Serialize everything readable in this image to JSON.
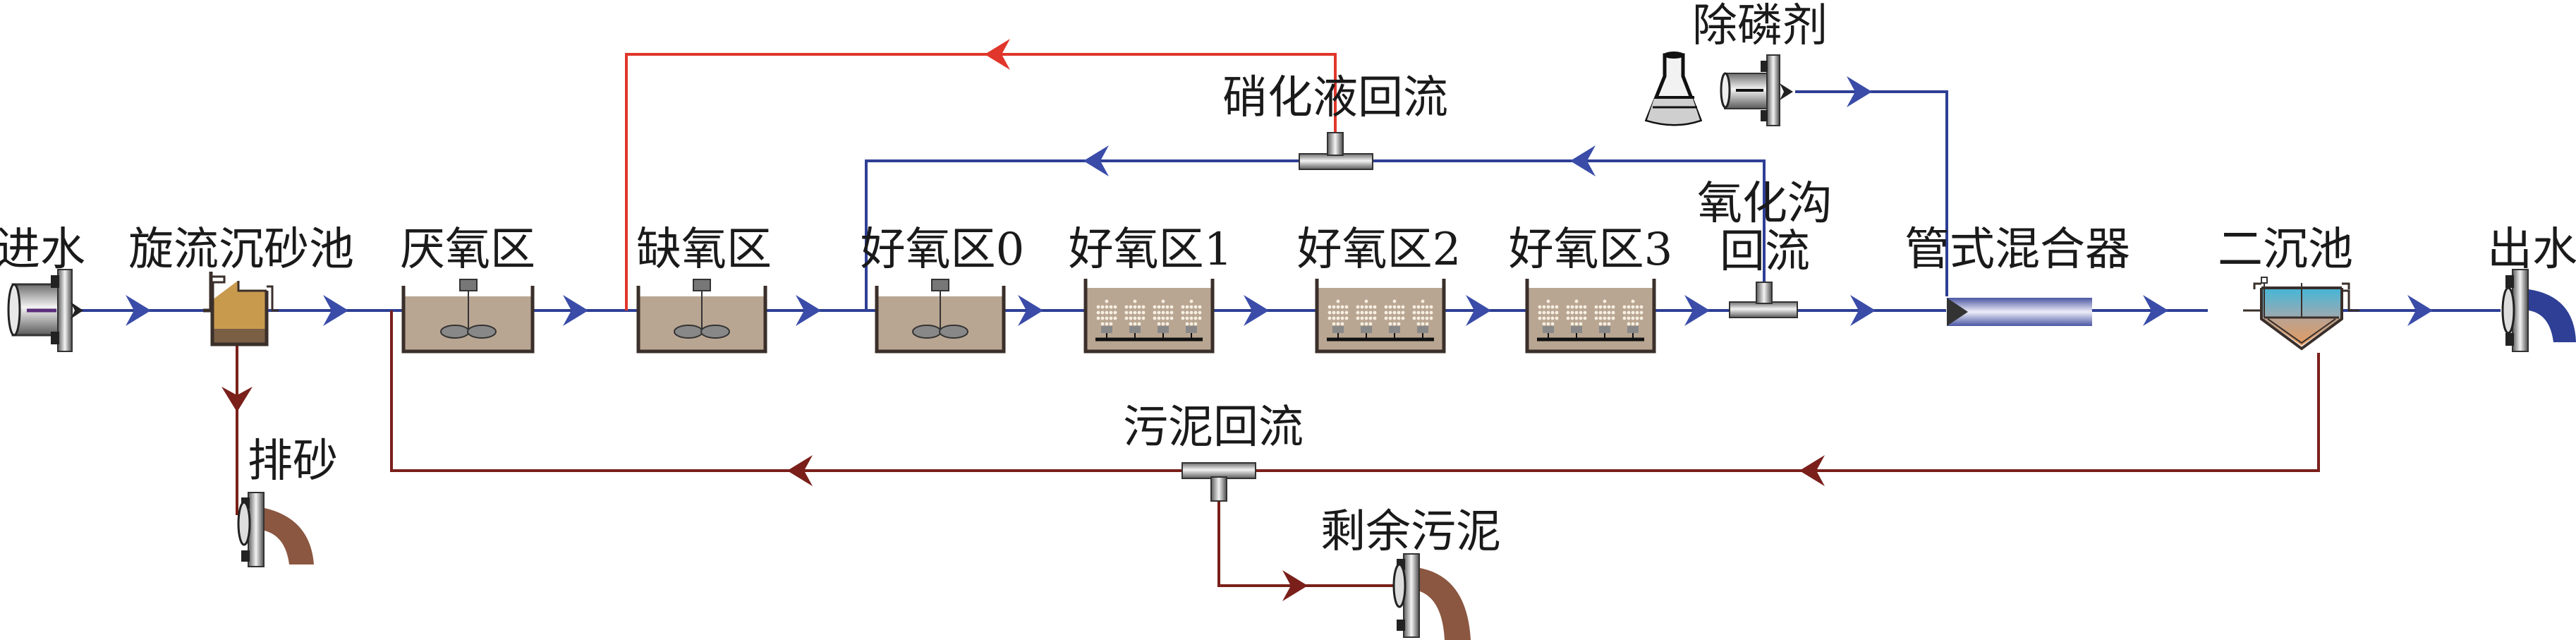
{
  "title": "污水处理工艺流程图",
  "colors": {
    "main_flow": "#2e3f95",
    "nitrification_return": "#e0362b",
    "sludge_line": "#7a1f1a",
    "tank_liquid": "#b9a692",
    "grit_sand": "#c89a4e",
    "clarifier_water": "#4fb8d6"
  },
  "labels": {
    "inlet": "进水",
    "grit_chamber": "旋流沉砂池",
    "anaerobic": "厌氧区",
    "anoxic": "缺氧区",
    "aerobic0": "好氧区0",
    "aerobic1": "好氧区1",
    "aerobic2": "好氧区2",
    "aerobic3": "好氧区3",
    "ox_ditch_return_line1": "氧化沟",
    "ox_ditch_return_line2": "回流",
    "pipe_mixer": "管式混合器",
    "secondary_clarifier": "二沉池",
    "outlet": "出水",
    "phosphorus_agent": "除磷剂",
    "nitrification_return": "硝化液回流",
    "sludge_return": "污泥回流",
    "excess_sludge": "剩余污泥",
    "grit_discharge": "排砂"
  },
  "icons": {
    "inlet": "pipe-flange-inlet-icon",
    "outlet": "pipe-elbow-outlet-icon",
    "flask": "erlenmeyer-flask-icon",
    "mixer": "mechanical-mixer-icon",
    "diffuser": "aeration-diffuser-icon",
    "tee": "pipe-tee-icon"
  }
}
